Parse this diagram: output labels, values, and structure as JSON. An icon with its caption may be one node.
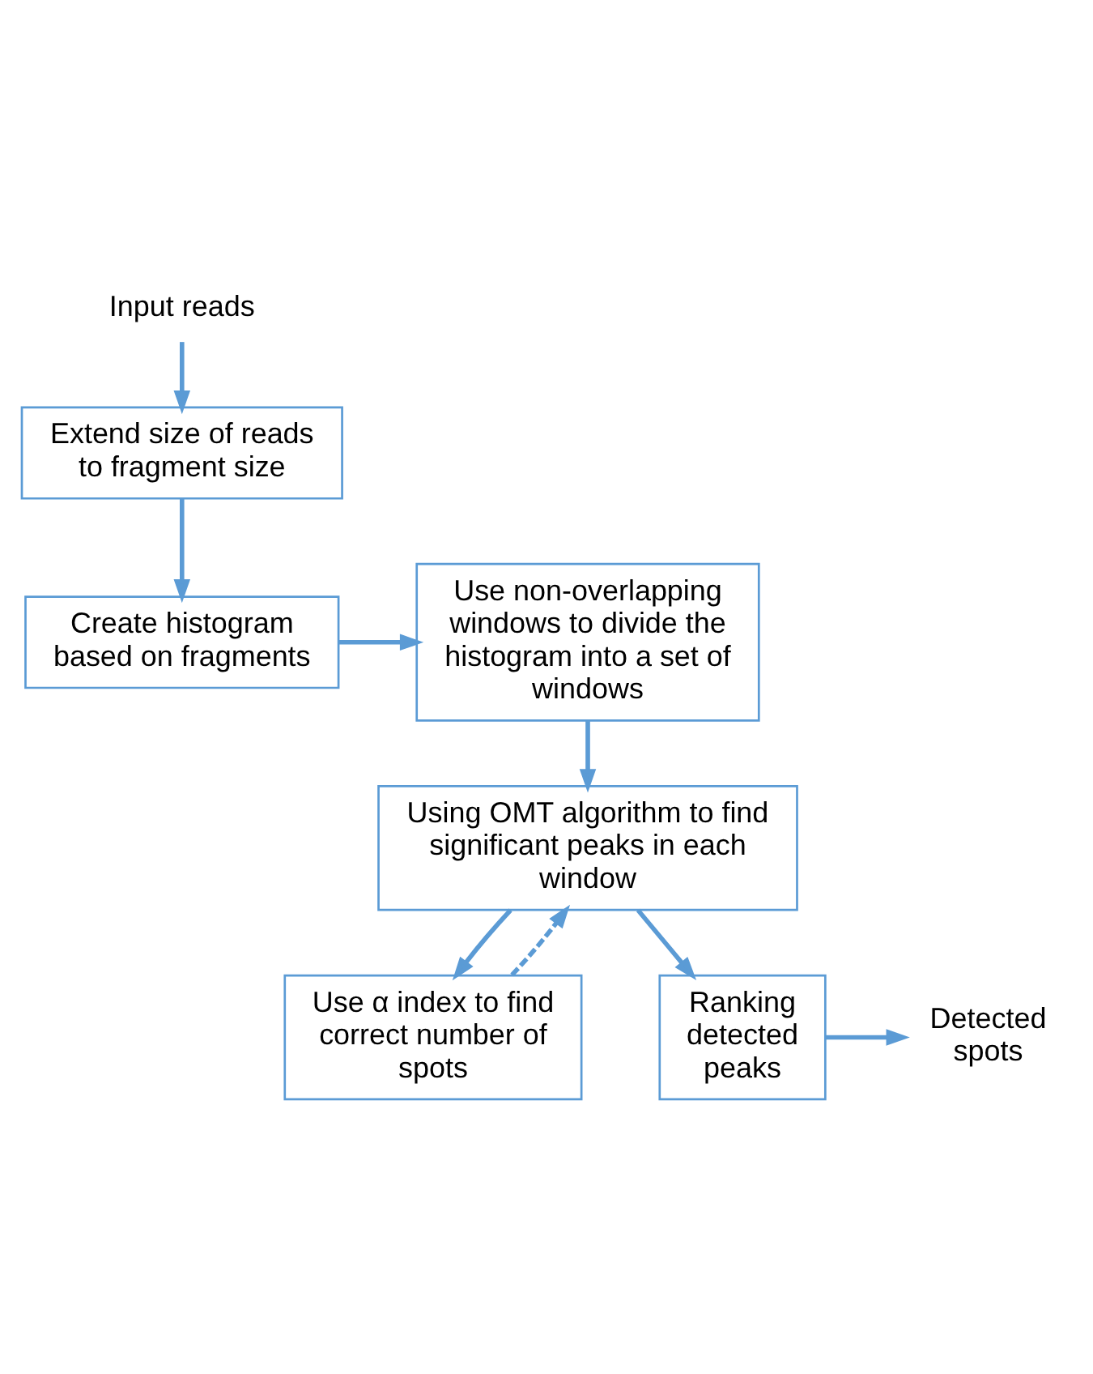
{
  "diagram": {
    "nodes": [
      {
        "text": [
          "Input reads"
        ]
      },
      {
        "text": [
          "Extend size of reads to fragment size"
        ]
      },
      {
        "text": [
          "Create histogram based on fragments"
        ]
      },
      {
        "text": [
          "Use non-overlapping windows to divide the histogram into a set of windows"
        ]
      },
      {
        "text": [
          "Using OMT algorithm to find significant peaks in each window"
        ]
      },
      {
        "text": [
          "Use α index to find correct number of spots"
        ]
      },
      {
        "text": [
          "Ranking detected peaks"
        ]
      },
      {
        "text": [
          "Detected spots"
        ]
      }
    ],
    "edges": [
      {
        "from": 0,
        "to": 1,
        "arrow": "to"
      },
      {
        "from": 1,
        "to": 2,
        "arrow": "to"
      },
      {
        "from": 2,
        "to": 3,
        "arrow": "to"
      },
      {
        "from": 3,
        "to": 4,
        "arrow": "to"
      },
      {
        "from": 4,
        "to": 5,
        "arrow": "to"
      },
      {
        "from": 5,
        "to": 4,
        "arrow": "to",
        "style": "dashed"
      },
      {
        "from": 4,
        "to": 6,
        "arrow": "to"
      },
      {
        "from": 6,
        "to": 7,
        "arrow": "to"
      }
    ]
  }
}
